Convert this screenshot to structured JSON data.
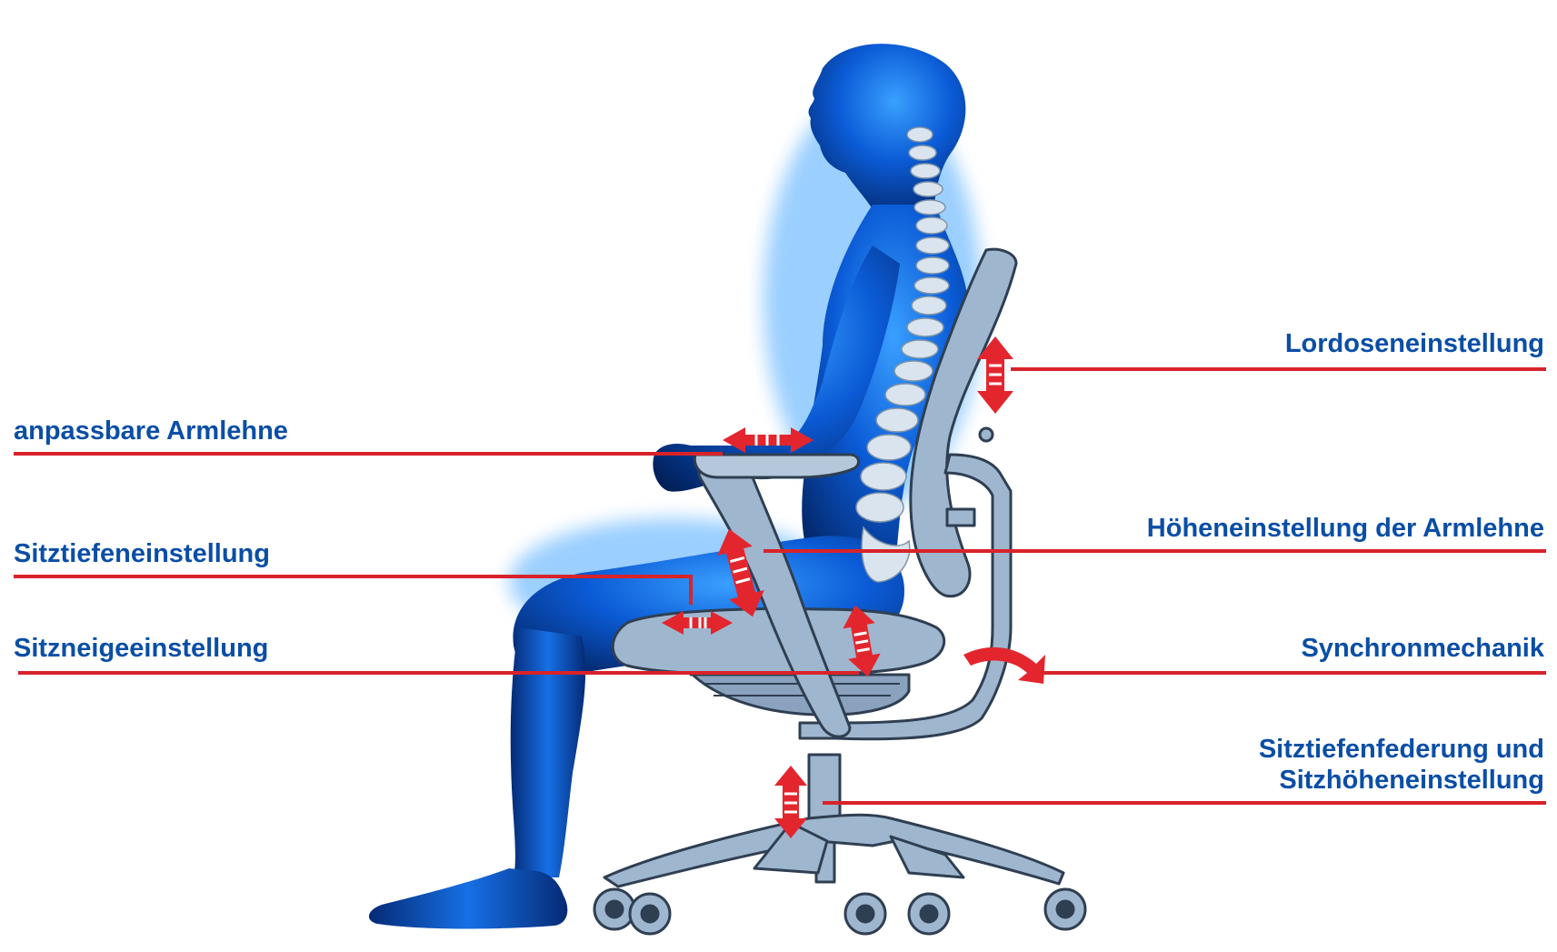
{
  "colors": {
    "label_text": "#0a4ea6",
    "leader_line": "#d8232a",
    "arrow": "#e3262e",
    "body_glow": "#0b5bd6",
    "chair_frame": "#9fb6cf",
    "chair_outline": "#2f3f52",
    "spine": "#d9e4ee"
  },
  "labels": {
    "armrest": "anpassbare Armlehne",
    "seat_depth": "Sitztiefeneinstellung",
    "seat_tilt": "Sitzneigeeinstellung",
    "lordosis": "Lordoseneinstellung",
    "armrest_height": "Höheneinstellung der Armlehne",
    "synchro": "Synchronmechanik",
    "seat_height_line1": "Sitztiefenfederung und",
    "seat_height_line2": "Sitzhöheneinstellung"
  },
  "icons": {
    "adjust_arrow": "double-headed-arrow-icon",
    "curved_arrow": "curved-arrow-icon"
  }
}
